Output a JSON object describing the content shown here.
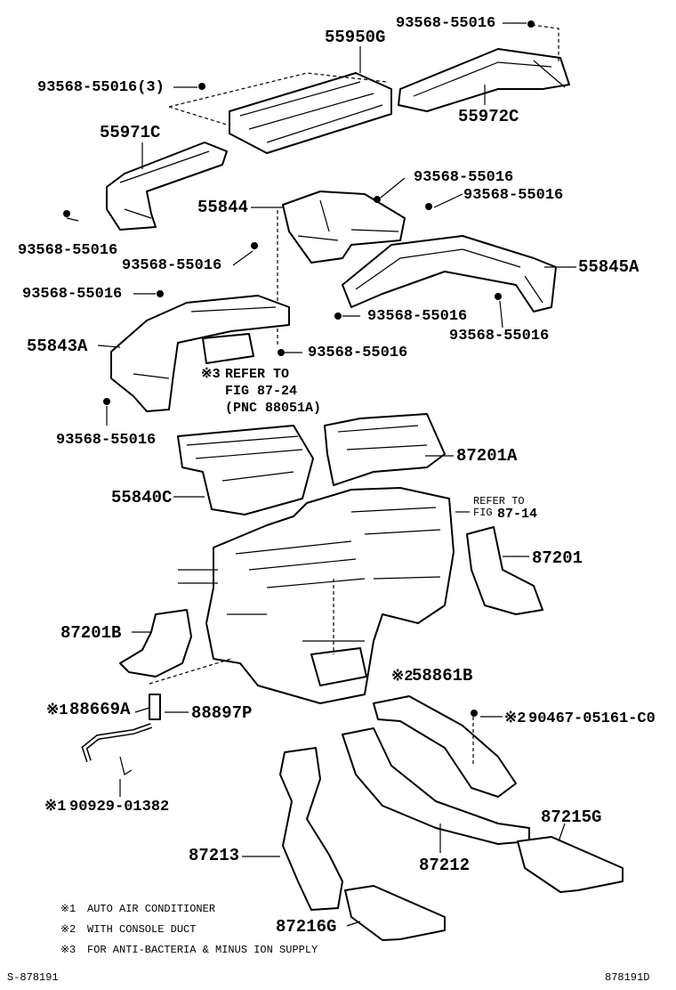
{
  "parts": {
    "p55950g": "55950G",
    "p55972c": "55972C",
    "p55971c": "55971C",
    "p55844": "55844",
    "p55845a": "55845A",
    "p55843a": "55843A",
    "p55840c": "55840C",
    "p87201a": "87201A",
    "p87201": "87201",
    "p87201b": "87201B",
    "p58861b": "58861B",
    "p88669a": "88669A",
    "p88897p": "88897P",
    "p90467": "90467-05161-C0",
    "p90929": "90929-01382",
    "p87215g": "87215G",
    "p87213": "87213",
    "p87212": "87212",
    "p87216g": "87216G",
    "screw": "93568-55016",
    "screw3": "93568-55016(3)"
  },
  "marks": {
    "m1": "※1",
    "m2": "※2",
    "m3": "※3"
  },
  "refs": {
    "ref_8724_line1": "REFER TO",
    "ref_8724_line2": "FIG 87-24",
    "ref_8724_line3": "(PNC 88051A)",
    "ref_8714_line1": "REFER TO",
    "ref_8714_line2": "FIG",
    "ref_8714_fig": "87-14"
  },
  "legend": [
    {
      "mark": "※1",
      "text": "AUTO AIR CONDITIONER"
    },
    {
      "mark": "※2",
      "text": "WITH CONSOLE DUCT"
    },
    {
      "mark": "※3",
      "text": "FOR ANTI-BACTERIA & MINUS ION SUPPLY"
    }
  ],
  "footer": {
    "left": "S-878191",
    "right": "878191D"
  }
}
